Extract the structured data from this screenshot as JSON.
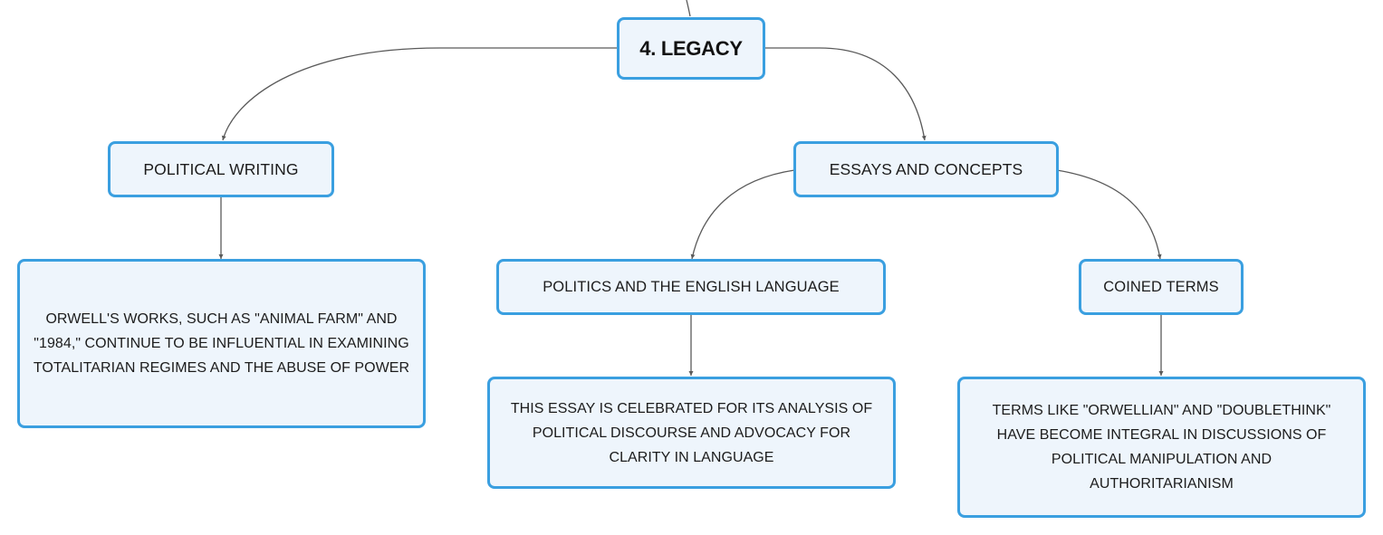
{
  "diagram": {
    "root": {
      "label": "4. LEGACY"
    },
    "branches": [
      {
        "label": "POLITICAL WRITING",
        "children": [
          {
            "text": "ORWELL'S WORKS, SUCH AS \"ANIMAL FARM\" AND \"1984,\" CONTINUE TO BE INFLUENTIAL IN EXAMINING TOTALITARIAN REGIMES AND THE ABUSE OF POWER"
          }
        ]
      },
      {
        "label": "ESSAYS AND CONCEPTS",
        "children": [
          {
            "label": "POLITICS AND THE ENGLISH LANGUAGE",
            "children": [
              {
                "text": "THIS ESSAY IS CELEBRATED FOR ITS ANALYSIS OF POLITICAL DISCOURSE AND ADVOCACY FOR CLARITY IN LANGUAGE"
              }
            ]
          },
          {
            "label": "COINED TERMS",
            "children": [
              {
                "text": "TERMS LIKE \"ORWELLIAN\" AND \"DOUBLETHINK\" HAVE BECOME INTEGRAL IN DISCUSSIONS OF POLITICAL MANIPULATION AND AUTHORITARIANISM"
              }
            ]
          }
        ]
      }
    ]
  },
  "colors": {
    "node_border": "#3a9fe0",
    "node_fill": "#eef5fc",
    "connector": "#5a5a5a",
    "text": "#1c1c1c"
  }
}
